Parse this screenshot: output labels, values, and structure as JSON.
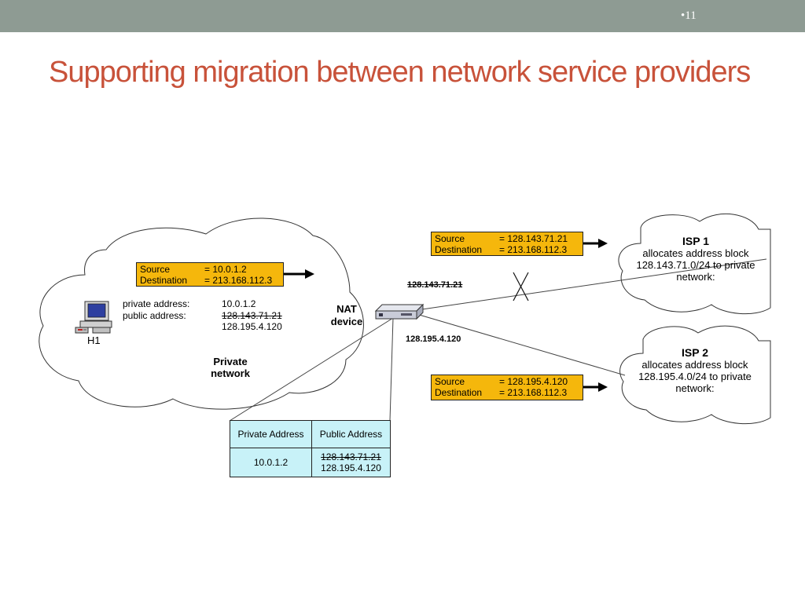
{
  "slide": {
    "number": "•11",
    "title": "Supporting migration between network service providers"
  },
  "private_network": {
    "label": "Private network",
    "packet": {
      "source_label": "Source",
      "source_value": "= 10.0.1.2",
      "dest_label": "Destination",
      "dest_value": "= 213.168.112.3"
    },
    "host": {
      "name": "H1",
      "private_address_label": "private address:",
      "private_address": "10.0.1.2",
      "public_address_label": "public address:",
      "public_address_old": "128.143.71.21",
      "public_address_new": "128.195.4.120"
    }
  },
  "nat_device": {
    "label_line1": "NAT",
    "label_line2": "device",
    "link_old_address": "128.143.71.21",
    "link_new_address": "128.195.4.120"
  },
  "isp1": {
    "name": "ISP 1",
    "line1": "allocates address block",
    "line2": "128.143.71.0/24 to private",
    "line3": "network:",
    "packet": {
      "source_label": "Source",
      "source_value": "= 128.143.71.21",
      "dest_label": "Destination",
      "dest_value": "= 213.168.112.3"
    }
  },
  "isp2": {
    "name": "ISP 2",
    "line1": "allocates address block",
    "line2": "128.195.4.0/24 to private",
    "line3": "network:",
    "packet": {
      "source_label": "Source",
      "source_value": "= 128.195.4.120",
      "dest_label": "Destination",
      "dest_value": "= 213.168.112.3"
    }
  },
  "nat_table": {
    "header_private": "Private Address",
    "header_public": "Public Address",
    "row_private": "10.0.1.2",
    "row_public_old": "128.143.71.21",
    "row_public_new": "128.195.4.120"
  },
  "colors": {
    "title": "#c8523a",
    "topbar": "#8e9b93",
    "packet": "#f5b70c",
    "table": "#c8f2f8"
  }
}
